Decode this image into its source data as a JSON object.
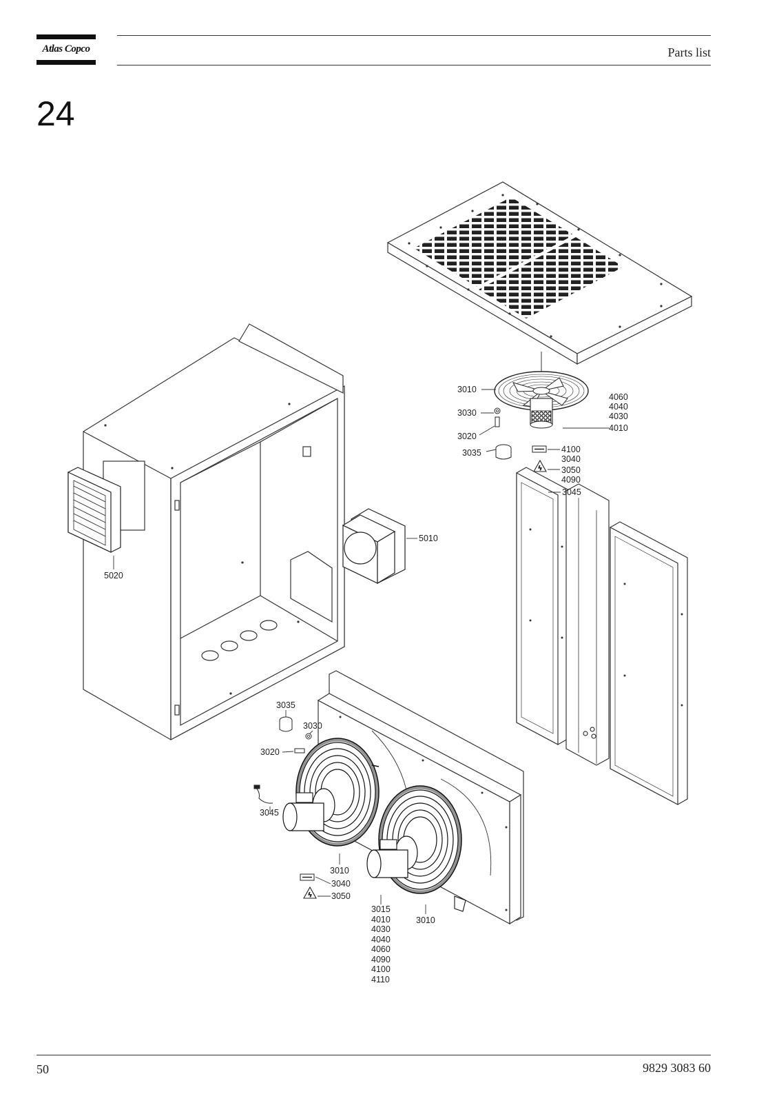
{
  "header": {
    "brand": "Atlas Copco",
    "section": "Parts list"
  },
  "figure_number": "24",
  "callouts": {
    "top_fan": "3010",
    "top_washer": "3030",
    "top_bolt": "3020",
    "top_bushing": "3035",
    "top_motor_list": [
      "4060",
      "4040",
      "4030",
      "4010"
    ],
    "top_plate_list": [
      "4100",
      "3040"
    ],
    "top_warning_list": [
      "3050",
      "4090"
    ],
    "top_cable": "3045",
    "housing_module": "5010",
    "grille": "5020",
    "bot_bushing": "3035",
    "bot_washer": "3030",
    "bot_bolt": "3020",
    "bot_cable": "3045",
    "bot_fan_left": "3010",
    "bot_plate": "3040",
    "bot_warning": "3050",
    "bot_motor_list": [
      "3015",
      "4010",
      "4030",
      "4040",
      "4060",
      "4090",
      "4100",
      "4110"
    ],
    "bot_fan_right": "3010"
  },
  "footer": {
    "page": "50",
    "doc_id": "9829 3083 60"
  }
}
